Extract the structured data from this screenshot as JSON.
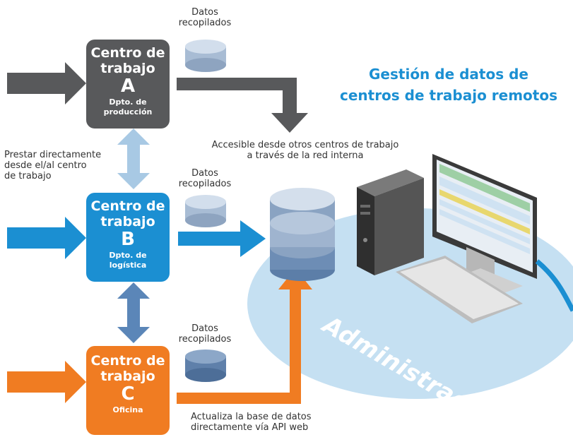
{
  "title": "Gestión de datos de\ncentros de trabajo remotos",
  "centers": [
    {
      "title": "Centro de\ntrabajo",
      "letter": "A",
      "dept": "Dpto. de\nproducción",
      "color": "#58595b"
    },
    {
      "title": "Centro de\ntrabajo",
      "letter": "B",
      "dept": "Dpto. de\nlogística",
      "color": "#1b8fd2"
    },
    {
      "title": "Centro de\ntrabajo",
      "letter": "C",
      "dept": "Oficina",
      "color": "#f07c22"
    }
  ],
  "collected_label": "Datos\nrecopilados",
  "labels": {
    "lend": "Prestar directamente\ndesde el/al centro\nde trabajo",
    "accessible": "Accesible desde otros centros de trabajo\na través de la red interna",
    "update": "Actualiza la base de datos\ndirectamente vía API web"
  },
  "admin_label": "Administración",
  "colors": {
    "gray": "#58595b",
    "blue": "#1b8fd2",
    "orange": "#f07c22",
    "ellipse": "#c5e0f2",
    "arrow_light": "#a8c9e4"
  }
}
